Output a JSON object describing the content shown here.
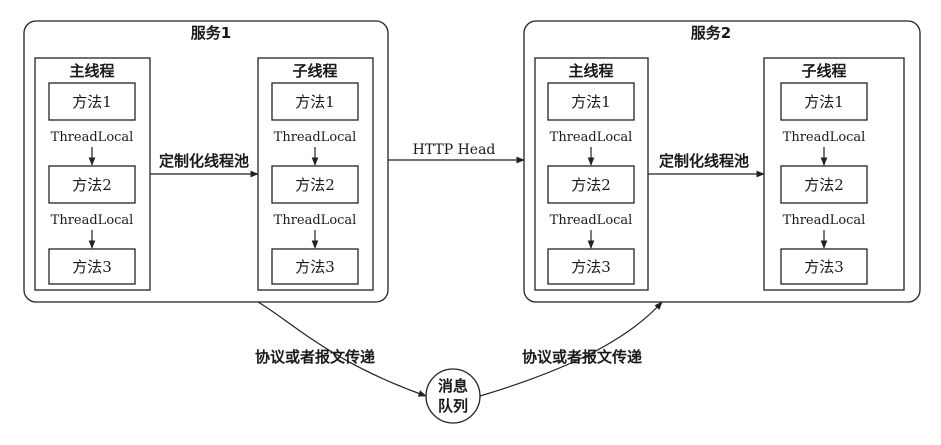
{
  "services": [
    {
      "title": "服务1",
      "main": {
        "title": "主线程",
        "methods": [
          "方法1",
          "方法2",
          "方法3"
        ],
        "links": [
          "ThreadLocal",
          "ThreadLocal"
        ]
      },
      "child": {
        "title": "子线程",
        "methods": [
          "方法1",
          "方法2",
          "方法3"
        ],
        "links": [
          "ThreadLocal",
          "ThreadLocal"
        ]
      },
      "pool_label": "定制化线程池"
    },
    {
      "title": "服务2",
      "main": {
        "title": "主线程",
        "methods": [
          "方法1",
          "方法2",
          "方法3"
        ],
        "links": [
          "ThreadLocal",
          "ThreadLocal"
        ]
      },
      "child": {
        "title": "子线程",
        "methods": [
          "方法1",
          "方法2",
          "方法3"
        ],
        "links": [
          "ThreadLocal",
          "ThreadLocal"
        ]
      },
      "pool_label": "定制化线程池"
    }
  ],
  "http_label": "HTTP Head",
  "queue": {
    "line1": "消息",
    "line2": "队列"
  },
  "queue_links": [
    "协议或者报文传递",
    "协议或者报文传递"
  ]
}
